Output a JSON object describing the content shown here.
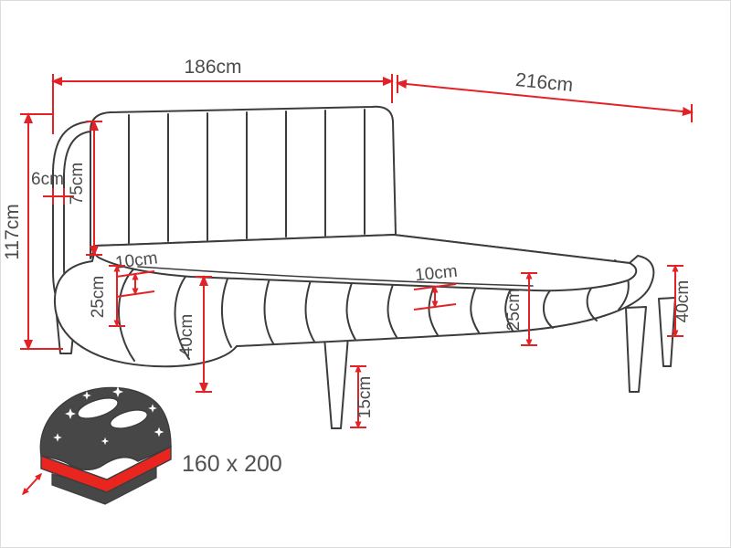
{
  "diagram": {
    "title": "bed-dimension-drawing",
    "labels": {
      "width_top": "186cm",
      "length_top": "216cm",
      "height_left": "117cm",
      "side_thickness": "6cm",
      "headboard_height": "75cm",
      "mattress_left": "10cm",
      "frame_upper_left": "25cm",
      "frame_total_left": "40cm",
      "mattress_front": "10cm",
      "frame_upper_right": "25cm",
      "frame_total_right": "40cm",
      "leg_height": "15cm"
    },
    "size_badge": {
      "text": "160 x 200"
    },
    "icons": {
      "sleeping_area": "bed-with-stars-icon",
      "arrow": "diagonal-resize-arrow-icon"
    },
    "colors": {
      "dimension_red": "#e32227",
      "outline_gray": "#3c3c3c",
      "label_gray": "#4b4b4b",
      "icon_dark": "#474747",
      "icon_red": "#e8251f"
    }
  }
}
